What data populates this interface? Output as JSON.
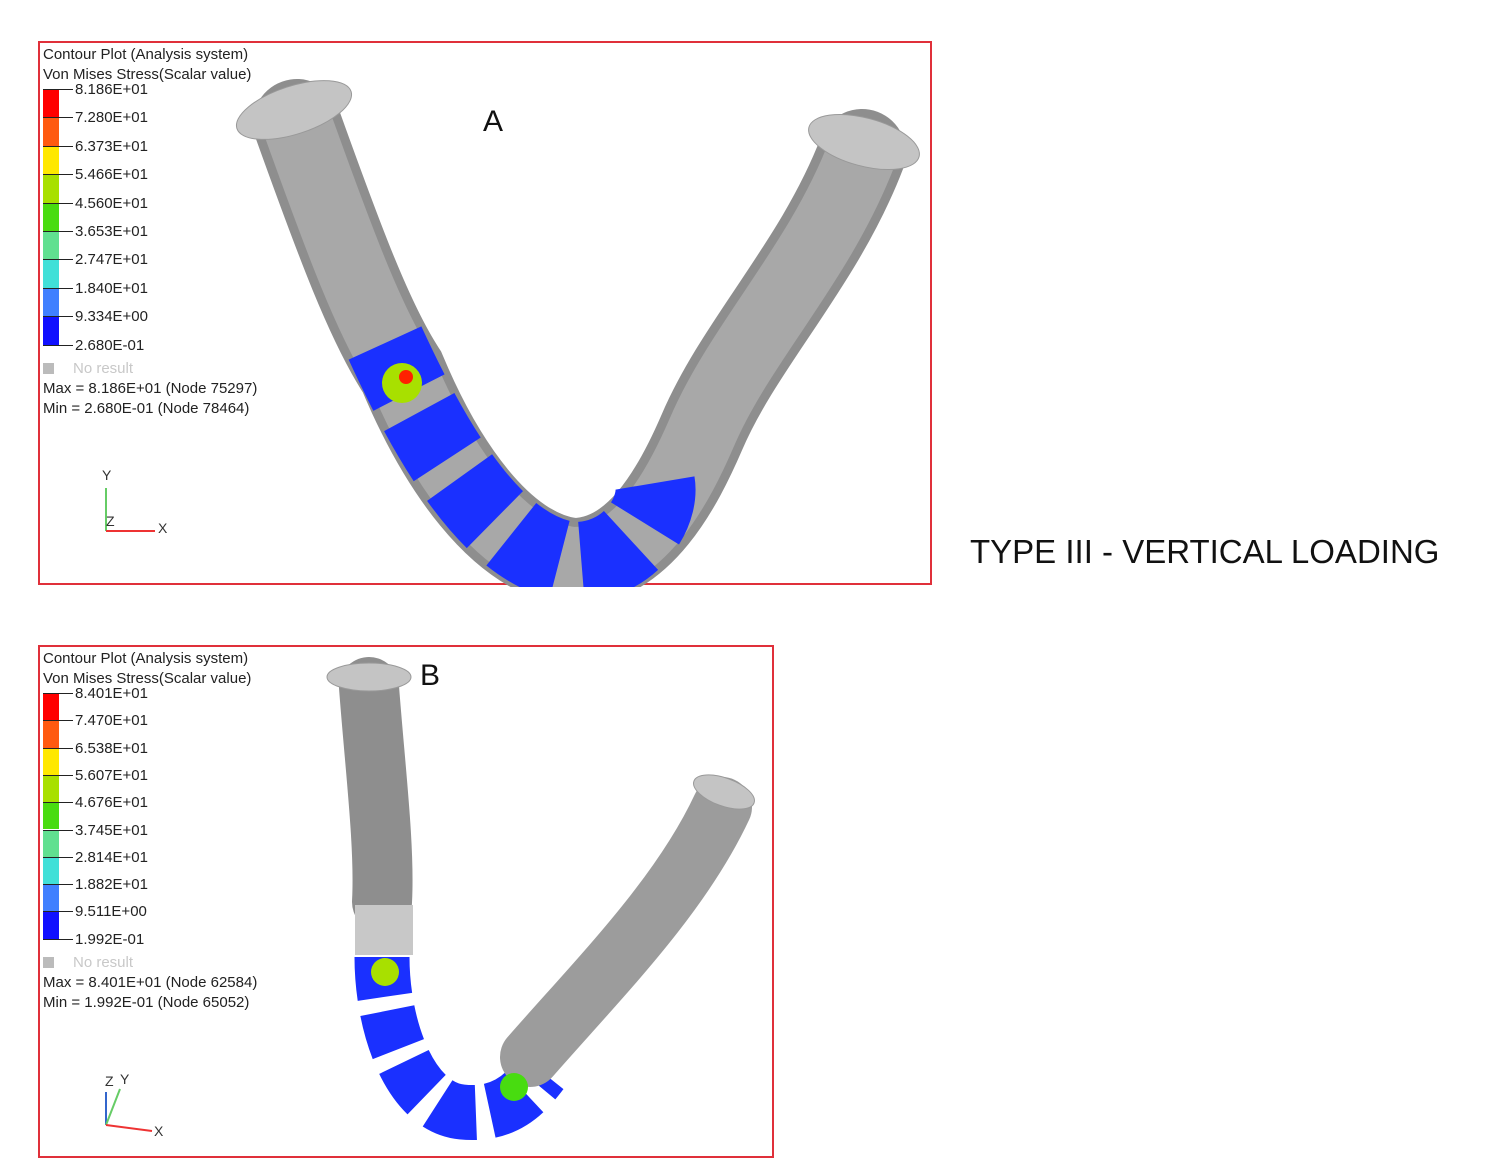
{
  "title": "TYPE III - VERTICAL LOADING",
  "colors": {
    "frame": "#e0303a",
    "bands": [
      "#ff0000",
      "#ff5a10",
      "#ffe800",
      "#a8e000",
      "#48dc10",
      "#60e090",
      "#40e0d8",
      "#4080ff",
      "#1010ff"
    ],
    "bone": "#9c9c9c"
  },
  "panels": [
    {
      "label": "A",
      "plot_title": "Contour Plot (Analysis system)",
      "quantity": "Von Mises Stress(Scalar value)",
      "levels": [
        "8.186E+01",
        "7.280E+01",
        "6.373E+01",
        "5.466E+01",
        "4.560E+01",
        "3.653E+01",
        "2.747E+01",
        "1.840E+01",
        "9.334E+00",
        "2.680E-01"
      ],
      "no_result": "No result",
      "max": "Max = 8.186E+01 (Node 75297)",
      "min": "Min = 2.680E-01 (Node 78464)",
      "axes": {
        "y": "Y",
        "z": "Z",
        "x": "X"
      }
    },
    {
      "label": "B",
      "plot_title": "Contour Plot (Analysis system)",
      "quantity": "Von Mises Stress(Scalar value)",
      "levels": [
        "8.401E+01",
        "7.470E+01",
        "6.538E+01",
        "5.607E+01",
        "4.676E+01",
        "3.745E+01",
        "2.814E+01",
        "1.882E+01",
        "9.511E+00",
        "1.992E-01"
      ],
      "no_result": "No result",
      "max": "Max = 8.401E+01 (Node 62584)",
      "min": "Min = 1.992E-01 (Node 65052)",
      "axes": {
        "y": "Y",
        "z": "Z",
        "x": "X"
      }
    }
  ]
}
